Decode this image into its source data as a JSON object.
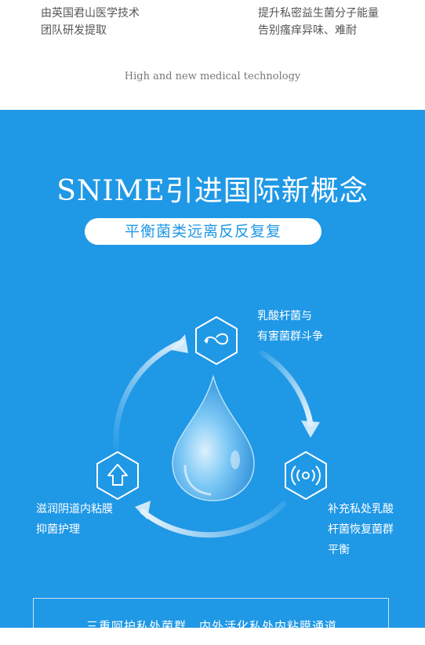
{
  "top": {
    "left_lines": [
      "由英国君山医学技术",
      "团队研发提取"
    ],
    "right_lines": [
      "提升私密益生菌分子能量",
      "告别瘙痒异味、难耐"
    ],
    "tagline": "High and new medical technology"
  },
  "hero": {
    "headline": "SNIME引进国际新概念",
    "pill": "平衡菌类远离反反复复"
  },
  "cycle": {
    "top": {
      "lines": [
        "乳酸杆菌与",
        "有害菌群斗争"
      ],
      "icon": "infinity-loop-icon"
    },
    "right": {
      "lines": [
        "补充私处乳酸",
        "杆菌恢复菌群",
        "平衡"
      ],
      "icon": "signal-waves-icon"
    },
    "left": {
      "lines": [
        "滋润阴道内粘膜",
        "抑菌护理"
      ],
      "icon": "up-arrow-icon"
    }
  },
  "bottom": {
    "text": "三重呵护私处菌群，内外活化私处内粘膜通道"
  },
  "colors": {
    "brand_blue": "#1f98e6",
    "white": "#ffffff"
  }
}
